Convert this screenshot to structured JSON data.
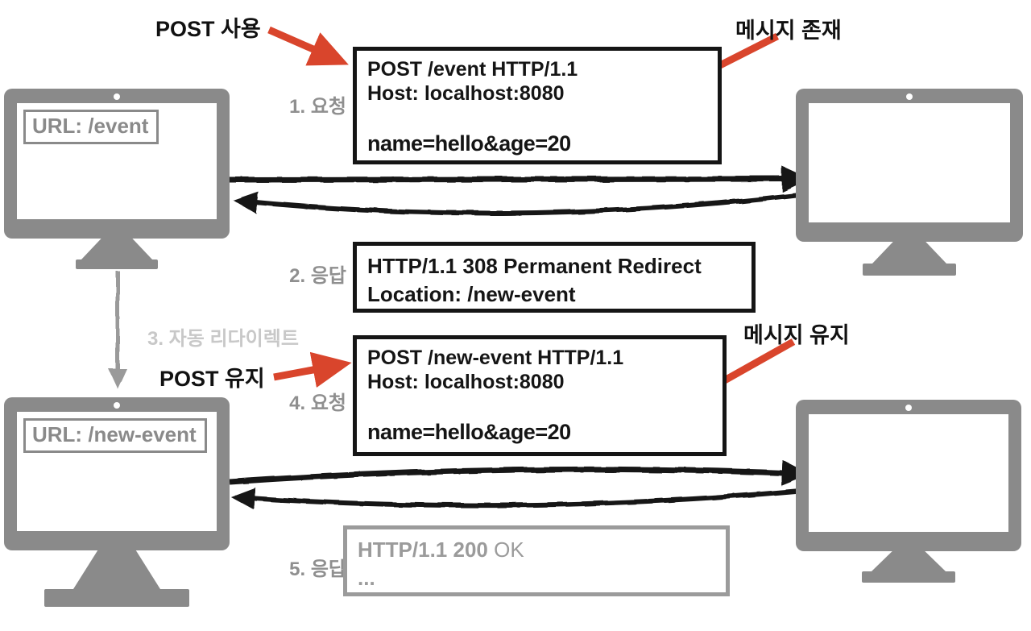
{
  "title": "HTTP 308 Permanent Redirect POST flow diagram",
  "colors": {
    "accent_red": "#d9452c",
    "monitor_gray": "#8a8a8a",
    "step_label_gray": "#8f8f8f",
    "light_step_gray": "#c8c8c8",
    "sketch_black": "#151515",
    "muted_box_gray": "#9b9b9b"
  },
  "annotations": {
    "post_use": "POST 사용",
    "message_exists": "메시지 존재",
    "post_keep": "POST 유지",
    "message_keep": "메시지 유지"
  },
  "steps": {
    "s1": "1. 요청",
    "s2": "2. 응답",
    "s3": "3. 자동 리다이렉트",
    "s4": "4. 요청",
    "s5": "5. 응답"
  },
  "client": {
    "url_before": "URL: /event",
    "url_after": "URL: /new-event"
  },
  "http": {
    "request1": {
      "method": "POST",
      "target": " /event HTTP/1.1",
      "host": "Host: localhost:8080",
      "body": "name=hello&age=20"
    },
    "response1": {
      "version": "HTTP/1.1 ",
      "status": "308 Permanent Redirect",
      "location": "Location: /new-event"
    },
    "request2": {
      "method": "POST",
      "target": " /new-event HTTP/1.1",
      "host": "Host: localhost:8080",
      "body": "name=hello&age=20"
    },
    "response2": {
      "version": "HTTP/1.1 ",
      "status": "200",
      "reason": " OK",
      "body": "..."
    }
  }
}
